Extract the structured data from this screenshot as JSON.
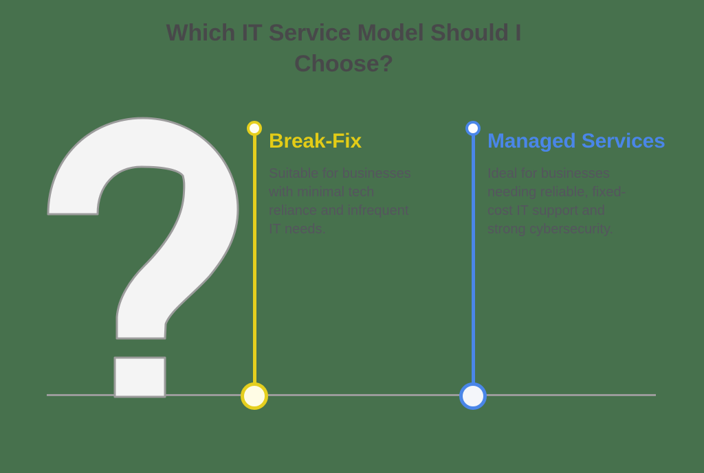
{
  "title": "Which IT Service Model Should I\nChoose?",
  "decoration": {
    "question_mark_glyph": "?"
  },
  "items": [
    {
      "id": "break-fix",
      "label": "Break-Fix",
      "description": "Suitable for businesses\nwith minimal tech\nreliance and infrequent\nIT needs."
    },
    {
      "id": "managed-services",
      "label": "Managed Services",
      "description": "Ideal for businesses\nneeding reliable, fixed-\ncost IT support and\nstrong cybersecurity."
    }
  ],
  "colors": {
    "background": "#47714d",
    "title_text": "#48484a",
    "body_text": "#55555e",
    "break_fix_accent": "#e3cc17",
    "break_fix_accent_line": "#e5cf1e",
    "managed_accent": "#4a86e8",
    "baseline": "#9b9b9b",
    "qm_fill": "#f4f4f4",
    "qm_stroke": "#9c9c9c",
    "yellow_node_fill": "#fffce5",
    "blue_node_fill": "#f4f6fa",
    "small_yellow_node_fill": "#fffef2",
    "small_blue_node_fill": "#fdfdfe"
  }
}
